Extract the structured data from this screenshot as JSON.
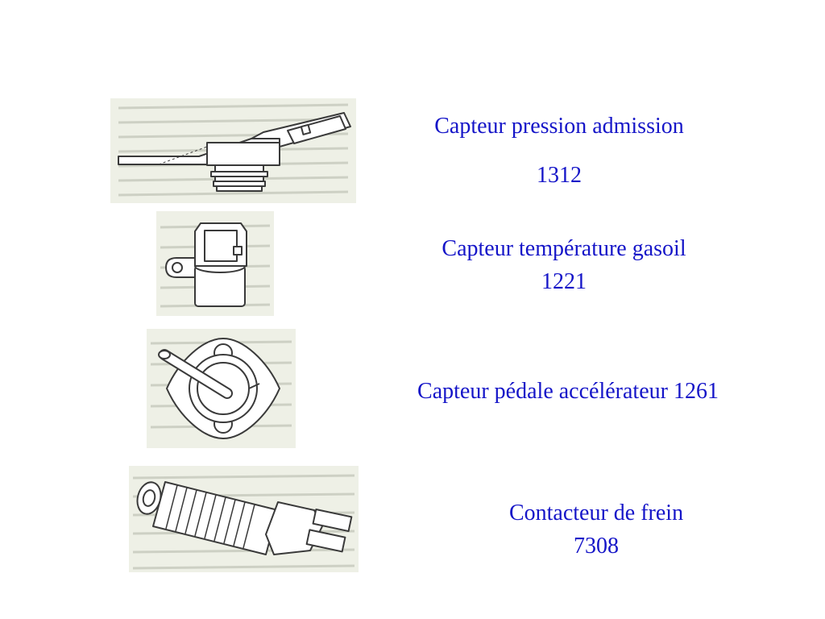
{
  "sensors": [
    {
      "title": "Capteur pression admission",
      "code": "1312",
      "icon": "pressure-sensor-icon"
    },
    {
      "title": "Capteur température gasoil",
      "code": "1221",
      "icon": "temperature-sensor-icon"
    },
    {
      "title": "Capteur pédale accélérateur 1261",
      "icon": "pedal-sensor-icon"
    },
    {
      "title": "Contacteur de frein",
      "code": "7308",
      "icon": "brake-switch-icon"
    }
  ],
  "colors": {
    "text": "#1515c8",
    "image_bg": "#eef0e6",
    "line": "#3a3a3a"
  }
}
